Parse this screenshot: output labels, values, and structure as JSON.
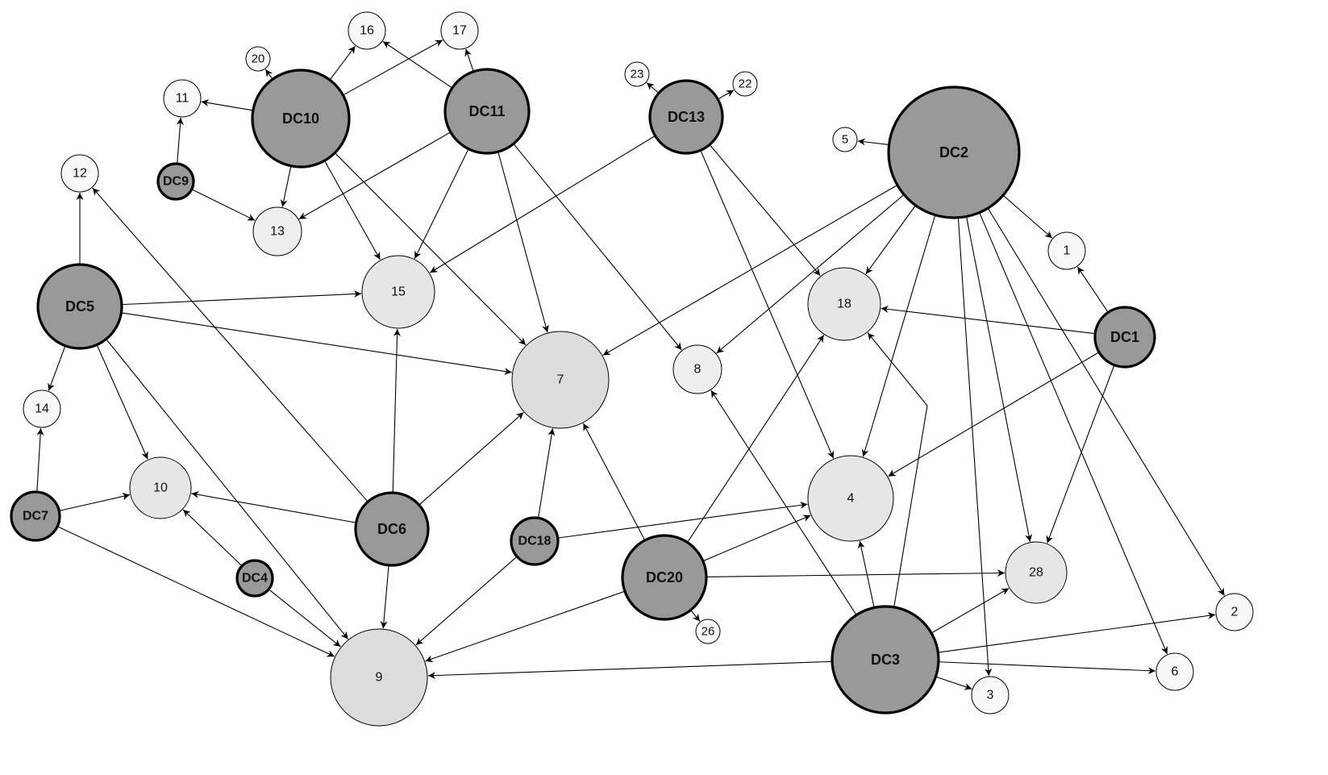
{
  "diagram": {
    "type": "directed-network",
    "node_colors": {
      "dc": "#999999",
      "target_low": "#f8f8f8",
      "target_mid": "#eeeeee",
      "target_high": "#dcdcdc"
    },
    "nodes": [
      {
        "id": "DC1",
        "label": "DC1",
        "kind": "dc"
      },
      {
        "id": "DC2",
        "label": "DC2",
        "kind": "dc"
      },
      {
        "id": "DC3",
        "label": "DC3",
        "kind": "dc"
      },
      {
        "id": "DC4",
        "label": "DC4",
        "kind": "dc"
      },
      {
        "id": "DC5",
        "label": "DC5",
        "kind": "dc"
      },
      {
        "id": "DC6",
        "label": "DC6",
        "kind": "dc"
      },
      {
        "id": "DC7",
        "label": "DC7",
        "kind": "dc"
      },
      {
        "id": "DC9",
        "label": "DC9",
        "kind": "dc"
      },
      {
        "id": "DC10",
        "label": "DC10",
        "kind": "dc"
      },
      {
        "id": "DC11",
        "label": "DC11",
        "kind": "dc"
      },
      {
        "id": "DC13",
        "label": "DC13",
        "kind": "dc"
      },
      {
        "id": "DC18",
        "label": "DC18",
        "kind": "dc"
      },
      {
        "id": "DC20",
        "label": "DC20",
        "kind": "dc"
      },
      {
        "id": "1",
        "label": "1",
        "kind": "target"
      },
      {
        "id": "2",
        "label": "2",
        "kind": "target"
      },
      {
        "id": "3",
        "label": "3",
        "kind": "target"
      },
      {
        "id": "4",
        "label": "4",
        "kind": "target"
      },
      {
        "id": "5",
        "label": "5",
        "kind": "target"
      },
      {
        "id": "6",
        "label": "6",
        "kind": "target"
      },
      {
        "id": "7",
        "label": "7",
        "kind": "target"
      },
      {
        "id": "8",
        "label": "8",
        "kind": "target"
      },
      {
        "id": "9",
        "label": "9",
        "kind": "target"
      },
      {
        "id": "10",
        "label": "10",
        "kind": "target"
      },
      {
        "id": "11",
        "label": "11",
        "kind": "target"
      },
      {
        "id": "12",
        "label": "12",
        "kind": "target"
      },
      {
        "id": "13",
        "label": "13",
        "kind": "target"
      },
      {
        "id": "14",
        "label": "14",
        "kind": "target"
      },
      {
        "id": "15",
        "label": "15",
        "kind": "target"
      },
      {
        "id": "16",
        "label": "16",
        "kind": "target"
      },
      {
        "id": "17",
        "label": "17",
        "kind": "target"
      },
      {
        "id": "18",
        "label": "18",
        "kind": "target"
      },
      {
        "id": "20",
        "label": "20",
        "kind": "target"
      },
      {
        "id": "22",
        "label": "22",
        "kind": "target"
      },
      {
        "id": "23",
        "label": "23",
        "kind": "target"
      },
      {
        "id": "26",
        "label": "26",
        "kind": "target"
      },
      {
        "id": "28",
        "label": "28",
        "kind": "target"
      }
    ],
    "edges": [
      [
        "DC10",
        "11"
      ],
      [
        "DC10",
        "20"
      ],
      [
        "DC10",
        "16"
      ],
      [
        "DC10",
        "17"
      ],
      [
        "DC10",
        "13"
      ],
      [
        "DC10",
        "15"
      ],
      [
        "DC10",
        "7"
      ],
      [
        "DC11",
        "16"
      ],
      [
        "DC11",
        "17"
      ],
      [
        "DC11",
        "13"
      ],
      [
        "DC11",
        "15"
      ],
      [
        "DC11",
        "7"
      ],
      [
        "DC11",
        "8"
      ],
      [
        "DC9",
        "11"
      ],
      [
        "DC9",
        "13"
      ],
      [
        "DC13",
        "23"
      ],
      [
        "DC13",
        "22"
      ],
      [
        "DC13",
        "15"
      ],
      [
        "DC13",
        "18"
      ],
      [
        "DC13",
        "4"
      ],
      [
        "DC2",
        "5"
      ],
      [
        "DC2",
        "1"
      ],
      [
        "DC2",
        "7"
      ],
      [
        "DC2",
        "8"
      ],
      [
        "DC2",
        "18"
      ],
      [
        "DC2",
        "4"
      ],
      [
        "DC2",
        "3"
      ],
      [
        "DC2",
        "28"
      ],
      [
        "DC2",
        "6"
      ],
      [
        "DC2",
        "2"
      ],
      [
        "DC1",
        "1"
      ],
      [
        "DC1",
        "18"
      ],
      [
        "DC1",
        "4"
      ],
      [
        "DC1",
        "28"
      ],
      [
        "DC5",
        "12"
      ],
      [
        "DC5",
        "15"
      ],
      [
        "DC5",
        "7"
      ],
      [
        "DC5",
        "14"
      ],
      [
        "DC5",
        "10"
      ],
      [
        "DC5",
        "9"
      ],
      [
        "DC7",
        "14"
      ],
      [
        "DC7",
        "10"
      ],
      [
        "DC7",
        "9"
      ],
      [
        "DC6",
        "12"
      ],
      [
        "DC6",
        "10"
      ],
      [
        "DC6",
        "15"
      ],
      [
        "DC6",
        "7"
      ],
      [
        "DC6",
        "9"
      ],
      [
        "DC4",
        "10"
      ],
      [
        "DC4",
        "9"
      ],
      [
        "DC18",
        "7"
      ],
      [
        "DC18",
        "4"
      ],
      [
        "DC18",
        "9"
      ],
      [
        "DC20",
        "7"
      ],
      [
        "DC20",
        "18"
      ],
      [
        "DC20",
        "4"
      ],
      [
        "DC20",
        "28"
      ],
      [
        "DC20",
        "9"
      ],
      [
        "DC20",
        "26"
      ],
      [
        "DC3",
        "8"
      ],
      [
        "DC3",
        "4"
      ],
      [
        "DC3",
        "18"
      ],
      [
        "DC3",
        "28"
      ],
      [
        "DC3",
        "2"
      ],
      [
        "DC3",
        "6"
      ],
      [
        "DC3",
        "3"
      ],
      [
        "DC3",
        "9"
      ]
    ]
  }
}
